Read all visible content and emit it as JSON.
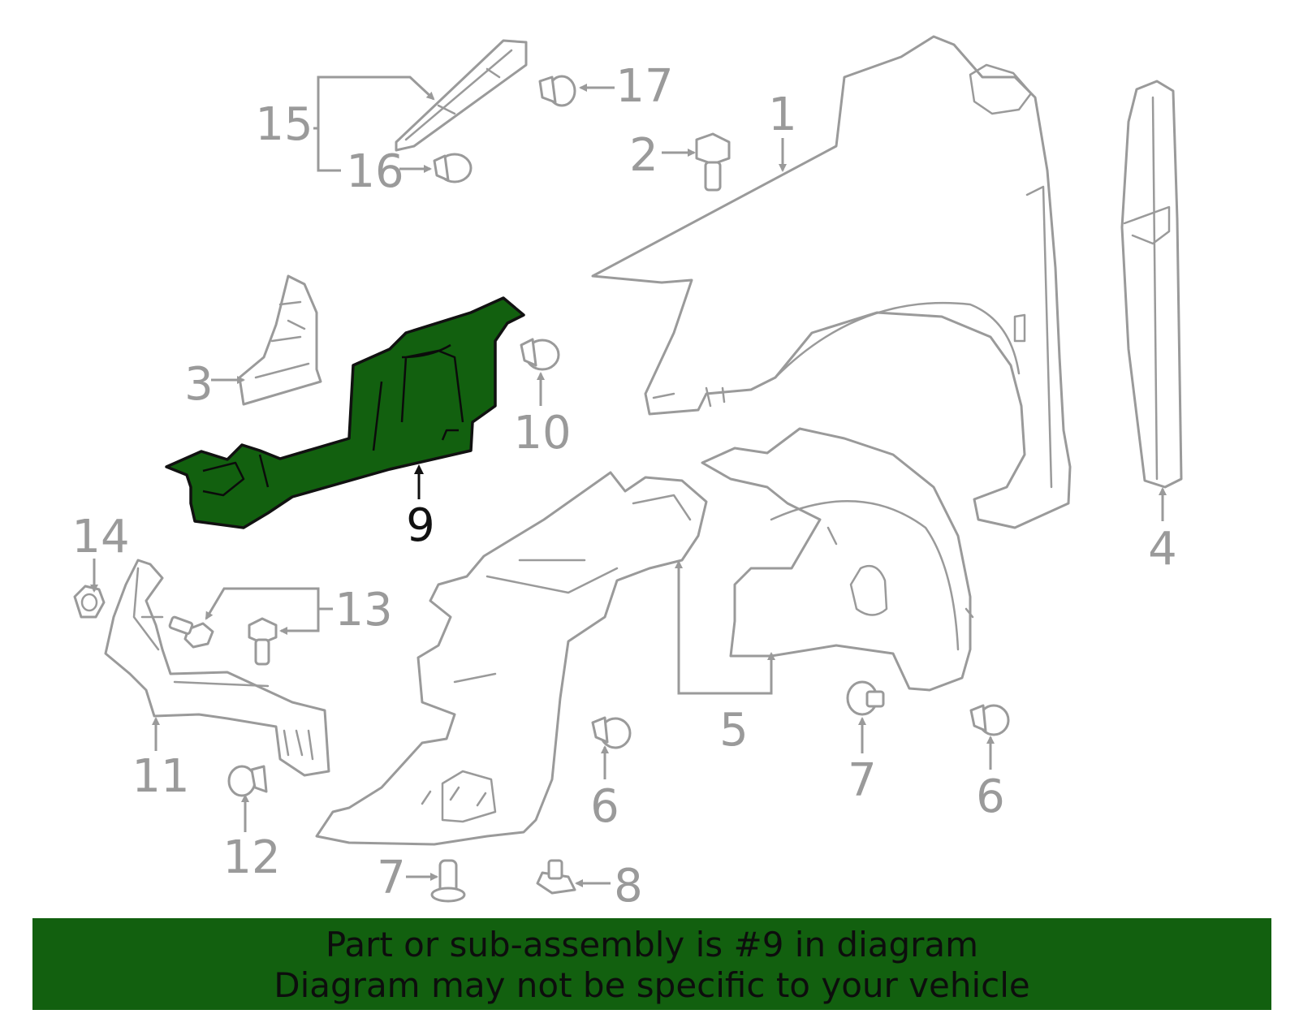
{
  "diagram": {
    "highlighted_part": "9",
    "colors": {
      "highlight": "#12600f",
      "part_outline": "#9a9a9a",
      "banner": "#12600f"
    },
    "callouts": {
      "c1": "1",
      "c2": "2",
      "c3": "3",
      "c4": "4",
      "c5": "5",
      "c6a": "6",
      "c6b": "6",
      "c7a": "7",
      "c7b": "7",
      "c8": "8",
      "c9": "9",
      "c10": "10",
      "c11": "11",
      "c12": "12",
      "c13": "13",
      "c14": "14",
      "c15": "15",
      "c16": "16",
      "c17": "17"
    }
  },
  "banner": {
    "line1": "Part or sub-assembly is #9 in diagram",
    "line2": "Diagram may not be specific to your vehicle"
  }
}
